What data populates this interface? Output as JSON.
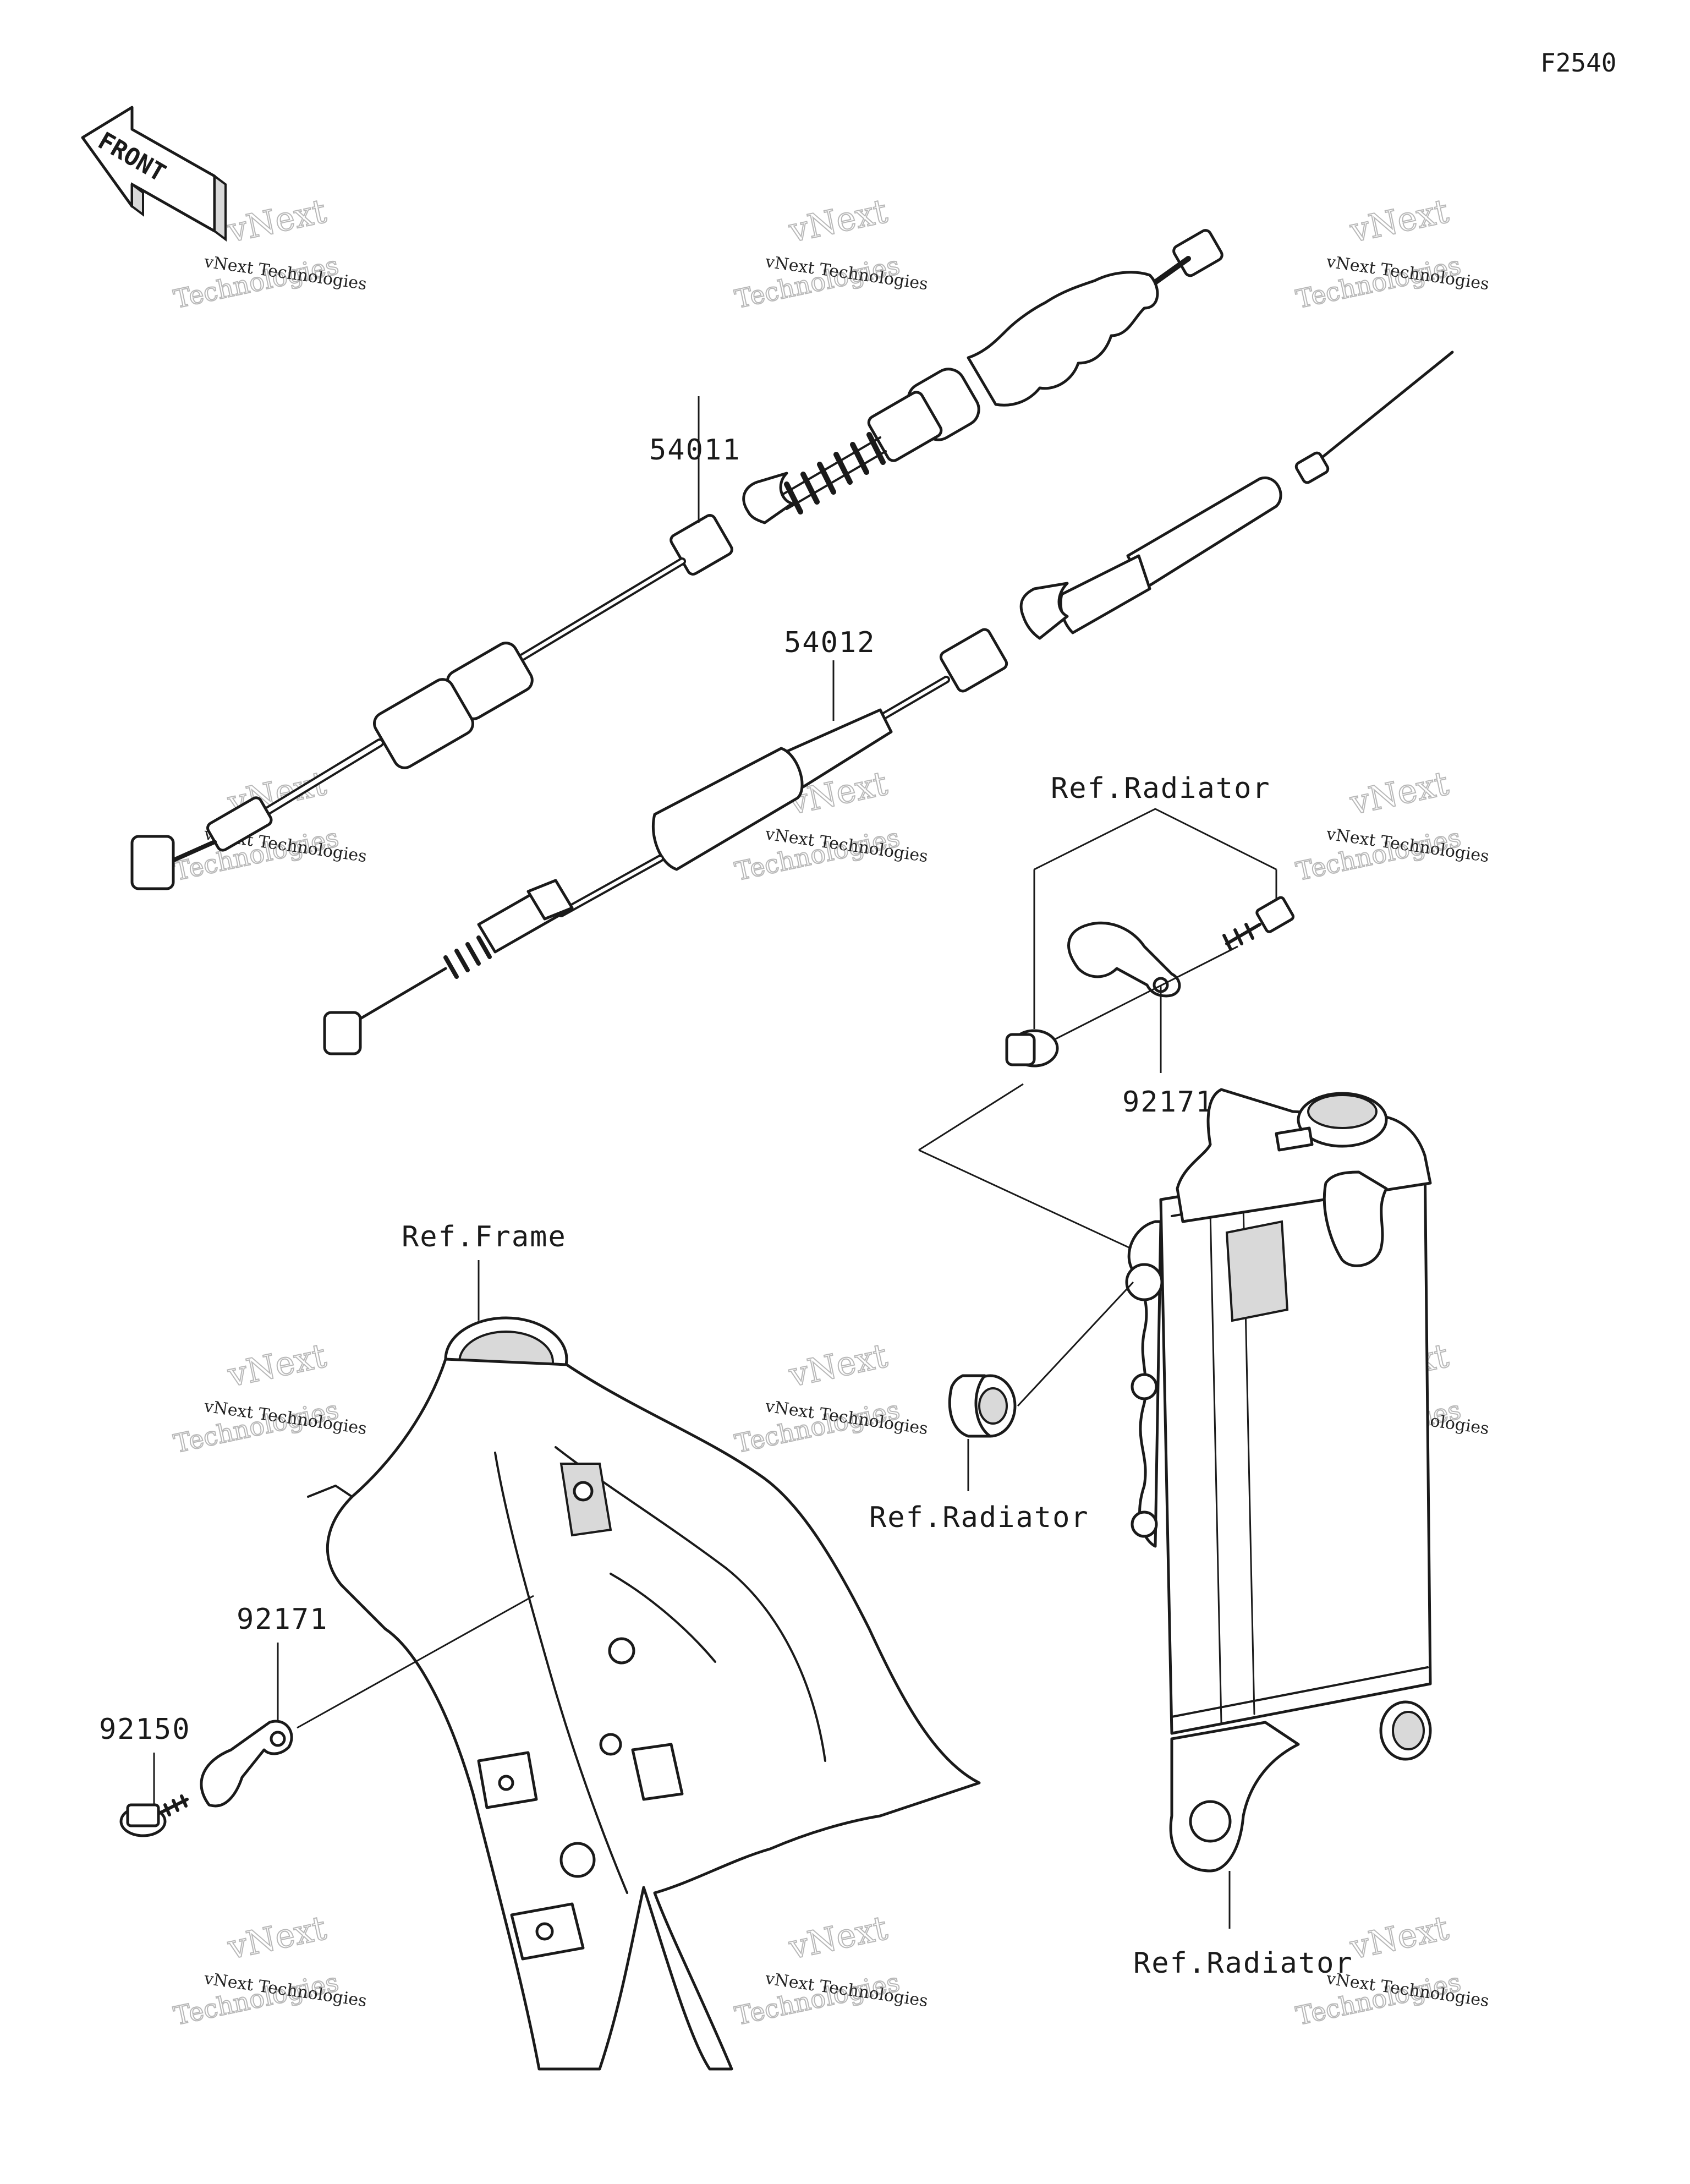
{
  "figure_code": "F2540",
  "front_label": "FRONT",
  "callouts": {
    "cable_upper": "54011",
    "cable_lower": "54012",
    "clamp_top": "92171",
    "clamp_left": "92171",
    "bolt_left": "92150",
    "ref_radiator_top": "Ref.Radiator",
    "ref_radiator_mid": "Ref.Radiator",
    "ref_radiator_bottom": "Ref.Radiator",
    "ref_frame": "Ref.Frame"
  },
  "watermark": {
    "line1": "vNext Technologies",
    "line2": "vNext",
    "line3": "Technologies"
  }
}
